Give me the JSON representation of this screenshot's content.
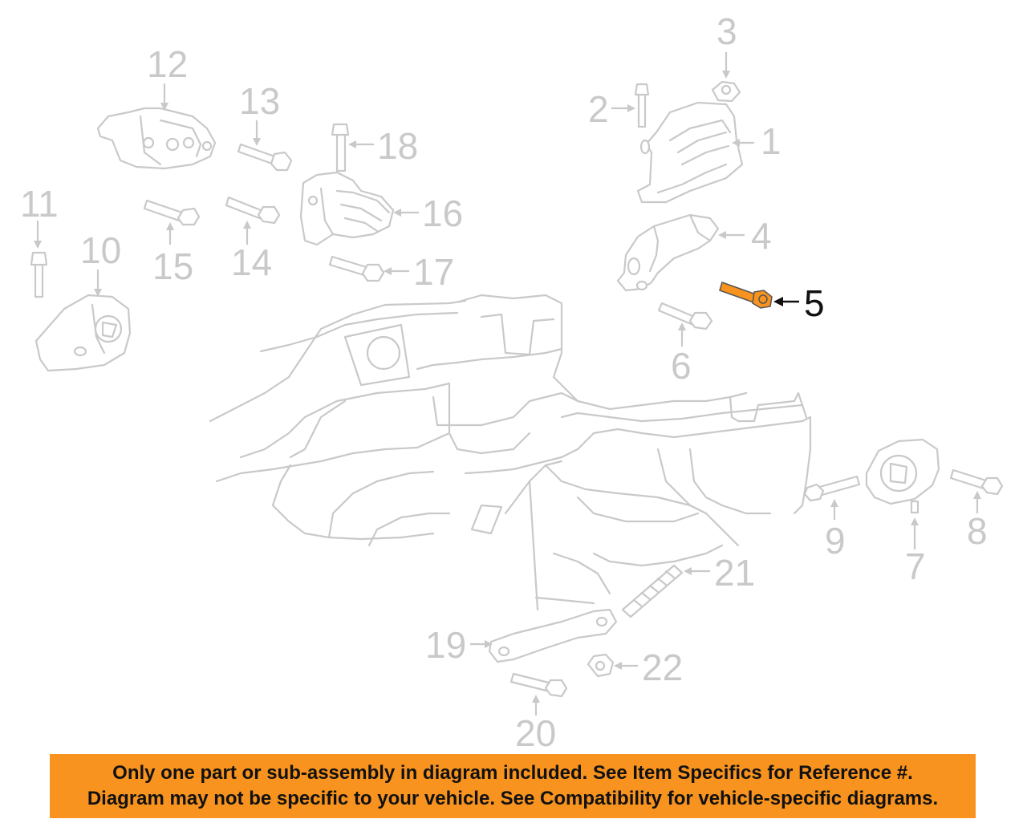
{
  "diagram": {
    "highlight_color": "#f7931e",
    "part_color": "#c9c9c9",
    "highlighted_part": "5",
    "callouts": [
      {
        "id": "c1",
        "label": "1"
      },
      {
        "id": "c2",
        "label": "2"
      },
      {
        "id": "c3",
        "label": "3"
      },
      {
        "id": "c4",
        "label": "4"
      },
      {
        "id": "c5",
        "label": "5"
      },
      {
        "id": "c6",
        "label": "6"
      },
      {
        "id": "c7",
        "label": "7"
      },
      {
        "id": "c8",
        "label": "8"
      },
      {
        "id": "c9",
        "label": "9"
      },
      {
        "id": "c10",
        "label": "10"
      },
      {
        "id": "c11",
        "label": "11"
      },
      {
        "id": "c12",
        "label": "12"
      },
      {
        "id": "c13",
        "label": "13"
      },
      {
        "id": "c14",
        "label": "14"
      },
      {
        "id": "c15",
        "label": "15"
      },
      {
        "id": "c16",
        "label": "16"
      },
      {
        "id": "c17",
        "label": "17"
      },
      {
        "id": "c18",
        "label": "18"
      },
      {
        "id": "c19",
        "label": "19"
      },
      {
        "id": "c20",
        "label": "20"
      },
      {
        "id": "c21",
        "label": "21"
      },
      {
        "id": "c22",
        "label": "22"
      }
    ]
  },
  "banner": {
    "background": "#f7931e",
    "line1": "Only one part or sub-assembly in diagram included. See Item Specifics for Reference #.",
    "line2": "Diagram may not be specific to your vehicle. See Compatibility for vehicle-specific diagrams."
  }
}
